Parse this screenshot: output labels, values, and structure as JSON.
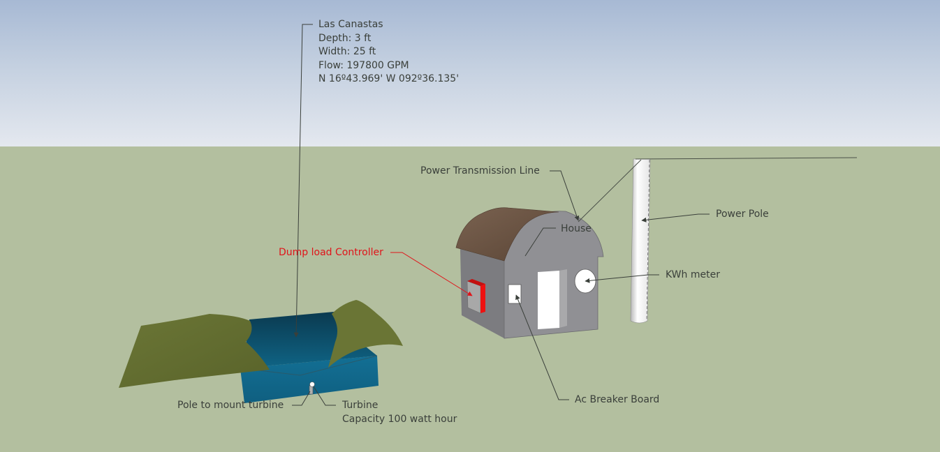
{
  "scene": {
    "title": "Hydro power site model",
    "colors": {
      "sky_top": "#a7b9d4",
      "sky_bottom": "#e4e8ef",
      "ground": "#b3bf9f",
      "water": "#0f6485",
      "terrain": "#6f7a3a",
      "roof": "#6a5444",
      "wall": "#8f8f92",
      "label_text": "#3a3f3a",
      "label_highlight": "#e0141a"
    }
  },
  "labels": {
    "site": {
      "name": "Las Canastas",
      "depth": "Depth: 3 ft",
      "width": "Width: 25 ft",
      "flow": "Flow: 197800 GPM",
      "coords": "N 16º43.969' W 092º36.135'"
    },
    "transmission_line": "Power Transmission Line",
    "house": "House",
    "power_pole": "Power Pole",
    "dump_load": "Dump load Controller",
    "kwh_meter": "KWh meter",
    "breaker_board": "Ac Breaker Board",
    "turbine_pole": "Pole to mount turbine",
    "turbine": "Turbine",
    "turbine_capacity": "Capacity 100 watt hour"
  }
}
